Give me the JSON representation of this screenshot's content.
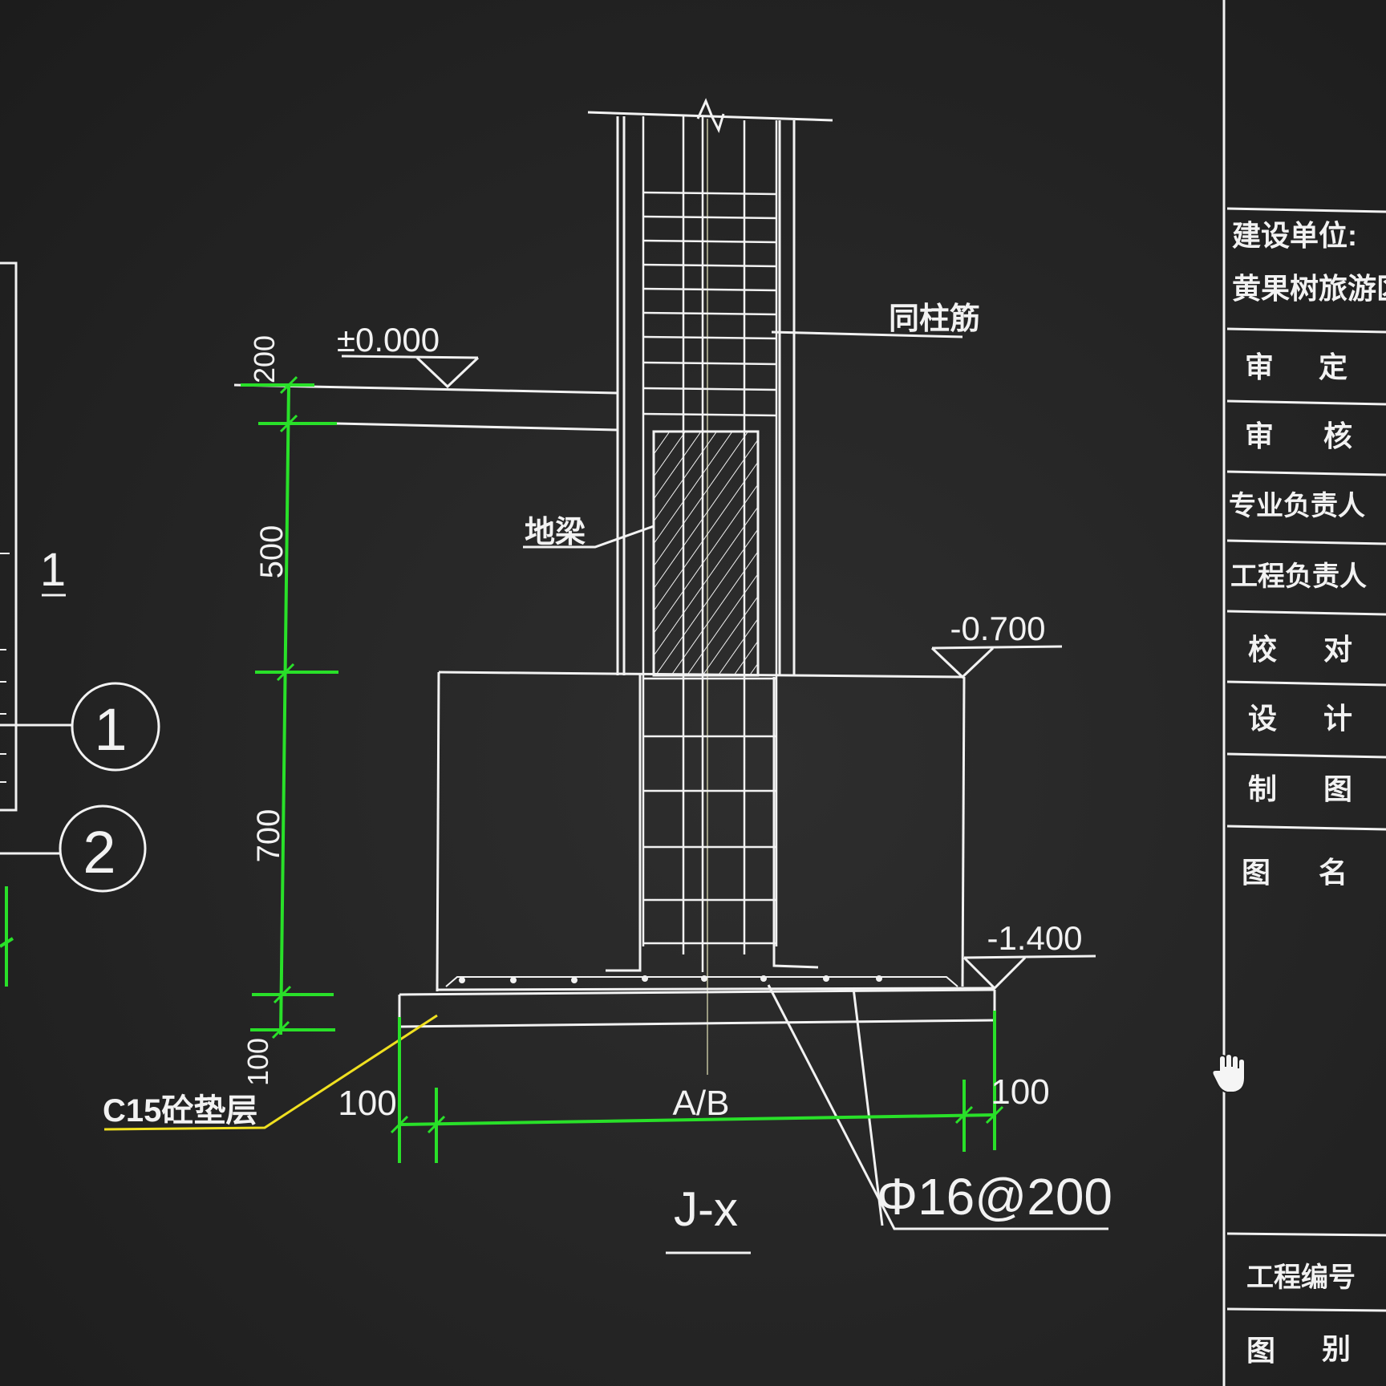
{
  "colors": {
    "background": "#252525",
    "line": "#f2f2f2",
    "dimension": "#29e029",
    "leader": "#f0e020"
  },
  "drawing": {
    "elev_top": "±0.000",
    "elev_mid": "-0.700",
    "elev_bottom": "-1.400",
    "note_column_bars": "同柱筋",
    "note_beam": "地梁",
    "note_bedding": "C15砼垫层",
    "dim_200": "200",
    "dim_500": "500",
    "dim_700": "700",
    "dim_100_vertical": "100",
    "dim_left_100": "100",
    "dim_right_100": "100",
    "axis_label": "A/B",
    "rebar_spec": "Φ16@200",
    "section_title": "J-x",
    "section_mark": "1",
    "callout_1": "1",
    "callout_2": "2"
  },
  "title_block": {
    "client_label": "建设单位:",
    "client_name": "黄果树旅游区教育",
    "header_partial": "",
    "rows": [
      {
        "a": "审",
        "b": "定"
      },
      {
        "a": "审",
        "b": "核"
      }
    ],
    "responsible_discipline": "专业负责人",
    "responsible_project": "工程负责人",
    "rows2": [
      {
        "a": "校",
        "b": "对"
      },
      {
        "a": "设",
        "b": "计"
      },
      {
        "a": "制",
        "b": "图"
      },
      {
        "a": "图",
        "b": "名"
      }
    ],
    "project_number": "工程编号",
    "drawing_category_a": "图",
    "drawing_category_b": "别"
  },
  "icons": {
    "cursor": "hand-cursor-icon"
  }
}
